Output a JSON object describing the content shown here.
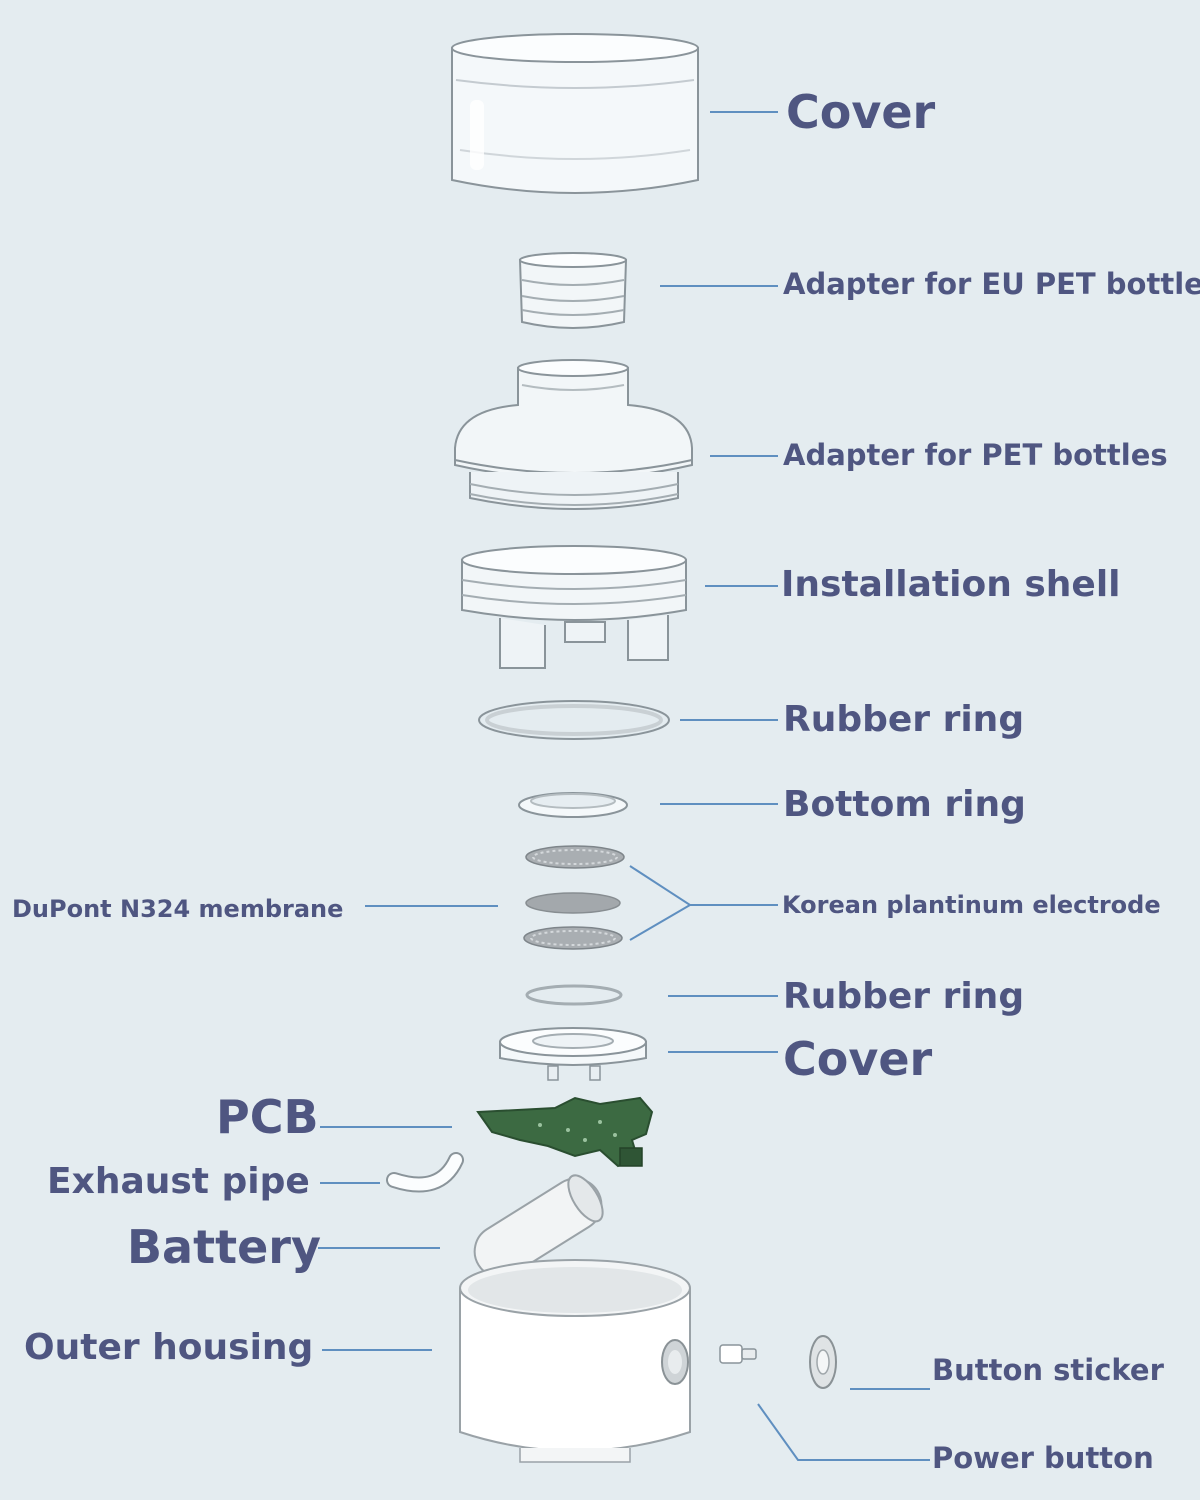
{
  "diagram": {
    "colors": {
      "background": "#e4ecf0",
      "label_text": "#4f5681",
      "leader_line": "#5f8fc0",
      "clear_plastic": "#f4f8fa",
      "white_part": "#ffffff",
      "pcb_green": "#3c6a42",
      "mesh_gray": "#a9aeb2"
    },
    "labels": {
      "cover_top": "Cover",
      "adapter_eu": "Adapter for EU PET bottles",
      "adapter_pet": "Adapter for PET bottles",
      "installation_shell": "Installation shell",
      "rubber_ring_top": "Rubber ring",
      "bottom_ring": "Bottom ring",
      "dupont_membrane": "DuPont N324 membrane",
      "platinum_electrode": "Korean plantinum electrode",
      "rubber_ring_bottom": "Rubber ring",
      "cover_bottom": "Cover",
      "pcb": "PCB",
      "exhaust_pipe": "Exhaust pipe",
      "battery": "Battery",
      "outer_housing": "Outer housing",
      "button_sticker": "Button sticker",
      "power_button": "Power button"
    }
  }
}
